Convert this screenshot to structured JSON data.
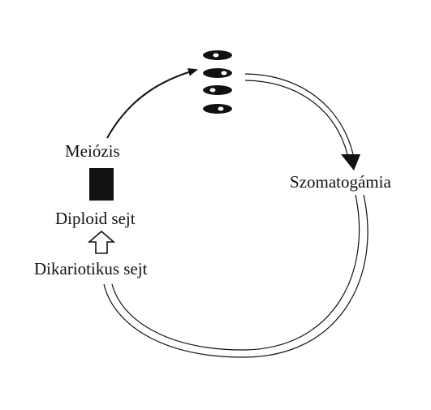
{
  "labels": {
    "meiosis": "Meiózis",
    "somatogamy": "Szomatogámia",
    "diploid_cell": "Diploid sejt",
    "dikaryotic_cell": "Dikariotikus sejt"
  },
  "colors": {
    "ink": "#111111",
    "background": "#ffffff"
  }
}
